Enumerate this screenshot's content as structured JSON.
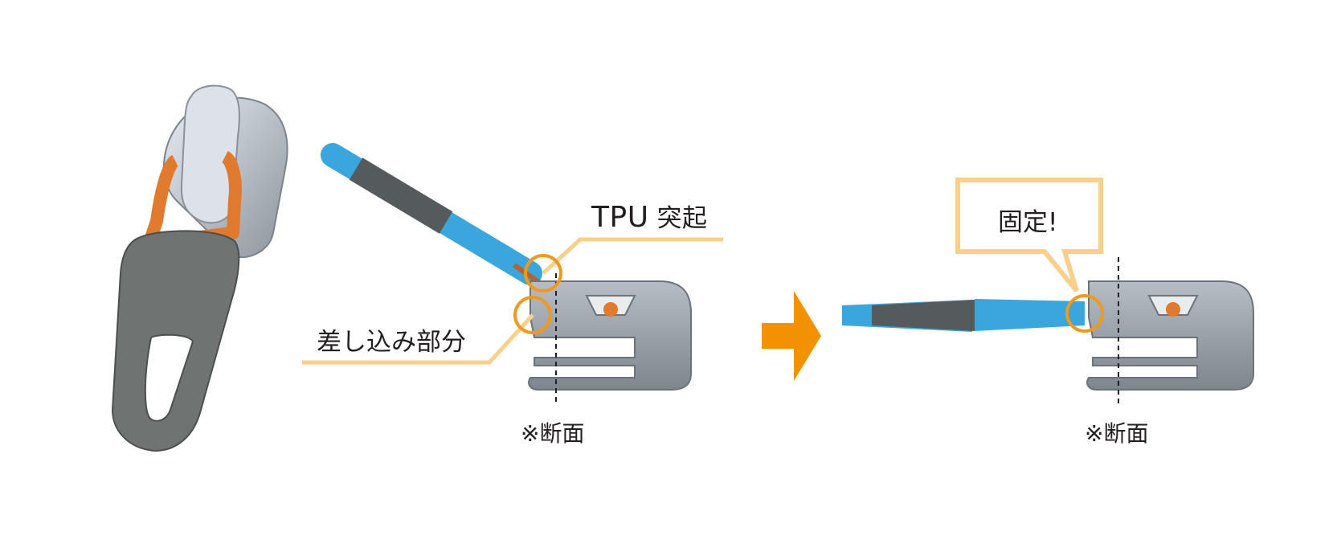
{
  "labels": {
    "tpu_main": "TPU",
    "tpu_suffix": "突起",
    "insert_part": "差し込み部分",
    "section_left": "※断面",
    "section_right": "※断面",
    "fixed": "固定!"
  },
  "colors": {
    "callout_line": "#f9d08b",
    "circle_highlight": "#ef9a1c",
    "arrow": "#f39200",
    "tab_blue": "#3aa6dd",
    "tab_dark": "#555a5c",
    "metal": "#9ea5ad",
    "puller_orange": "#e07a2e",
    "puller_gray": "#6f7473"
  }
}
